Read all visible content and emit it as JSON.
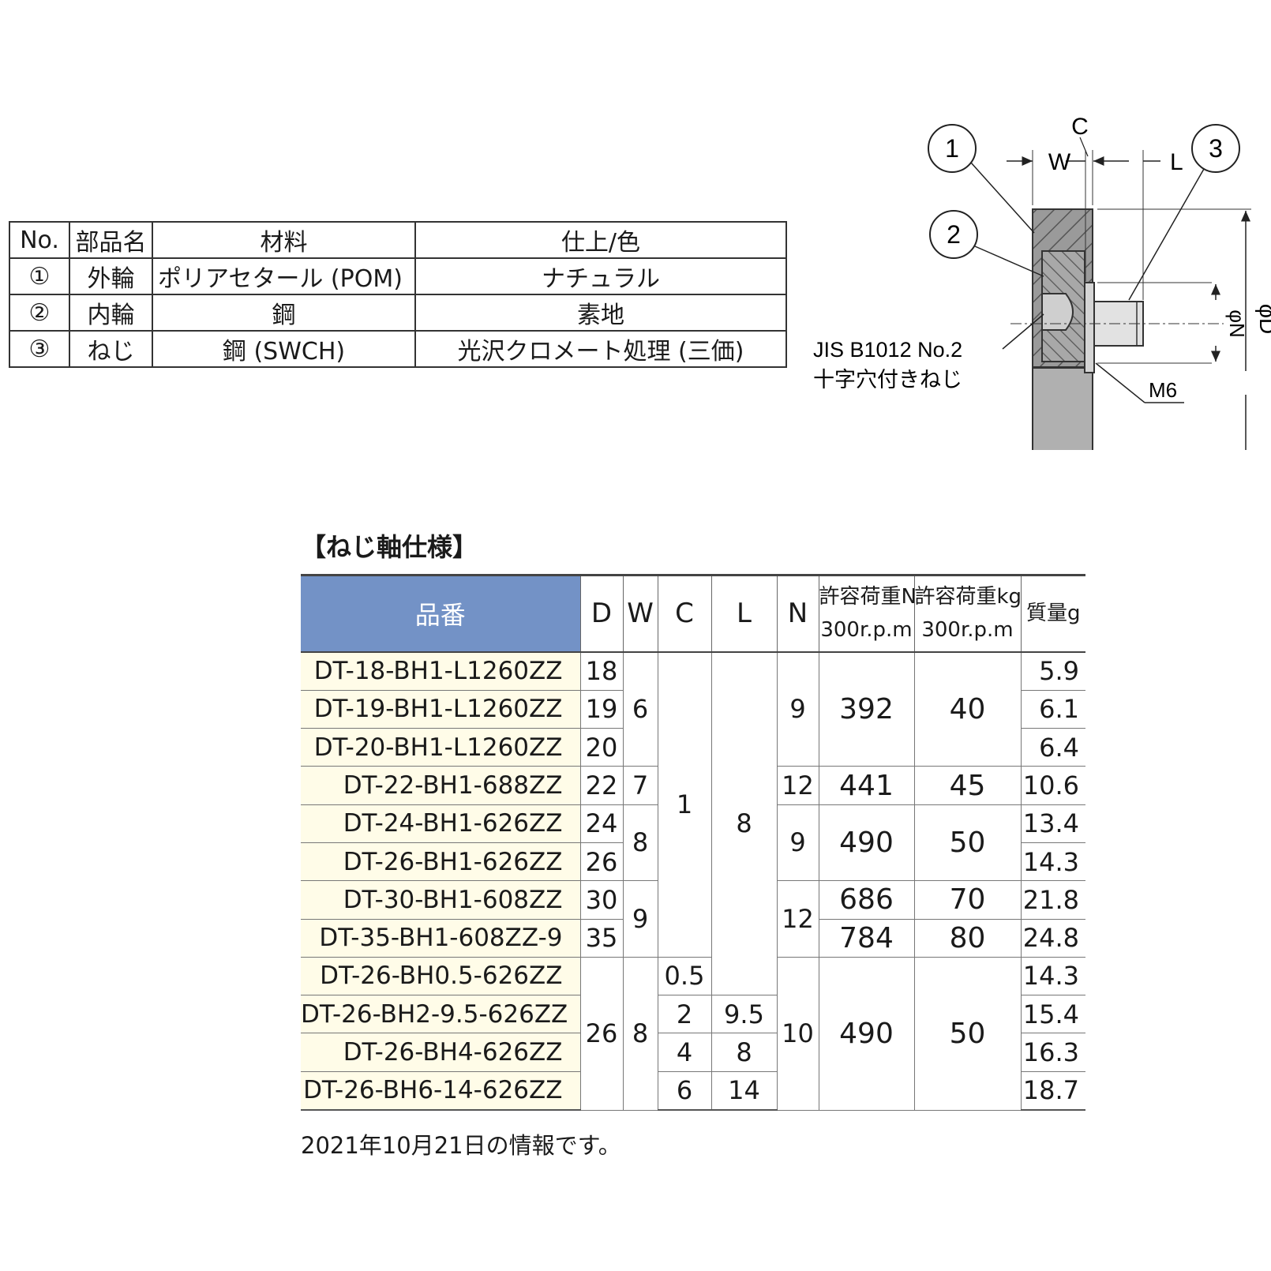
{
  "parts_table": {
    "headers": {
      "no": "No.",
      "name": "部品名",
      "material": "材料",
      "finish": "仕上/色"
    },
    "rows": [
      {
        "no": "①",
        "name": "外輪",
        "material": "ポリアセタール (POM)",
        "finish": "ナチュラル"
      },
      {
        "no": "②",
        "name": "内輪",
        "material": "鋼",
        "finish": "素地"
      },
      {
        "no": "③",
        "name": "ねじ",
        "material": "鋼 (SWCH)",
        "finish": "光沢クロメート処理 (三価)"
      }
    ]
  },
  "drawing": {
    "callouts": [
      "1",
      "2",
      "3"
    ],
    "dims": {
      "c": "C",
      "w": "W",
      "l": "L",
      "n": "φN",
      "d": "φD",
      "m": "M6"
    },
    "screw_note": {
      "line1": "JIS B1012 No.2",
      "line2": "十字穴付きねじ"
    }
  },
  "spec": {
    "title": "【ねじ軸仕様】",
    "headers": {
      "pn": "品番",
      "d": "D",
      "w": "W",
      "c": "C",
      "l": "L",
      "n": "N",
      "load_n_1": "許容荷重N/",
      "load_n_2": "300r.p.m",
      "load_kgf_1": "許容荷重kgf/",
      "load_kgf_2": "300r.p.m",
      "mass": "質量g"
    },
    "part_numbers": [
      "DT-18-BH1-L1260ZZ",
      "DT-19-BH1-L1260ZZ",
      "DT-20-BH1-L1260ZZ",
      "DT-22-BH1-688ZZ",
      "DT-24-BH1-626ZZ",
      "DT-26-BH1-626ZZ",
      "DT-30-BH1-608ZZ",
      "DT-35-BH1-608ZZ-9",
      "DT-26-BH0.5-626ZZ",
      "DT-26-BH2-9.5-626ZZ",
      "DT-26-BH4-626ZZ",
      "DT-26-BH6-14-626ZZ"
    ],
    "d": [
      "18",
      "19",
      "20",
      "22",
      "24",
      "26",
      "30",
      "35",
      "26"
    ],
    "w": [
      "6",
      "7",
      "8",
      "9",
      "8"
    ],
    "c": [
      "1",
      "0.5",
      "2",
      "4",
      "6"
    ],
    "l": [
      "8",
      "9.5",
      "8",
      "14"
    ],
    "n": [
      "9",
      "12",
      "9",
      "12",
      "10"
    ],
    "load_n": [
      "392",
      "441",
      "490",
      "686",
      "784",
      "490"
    ],
    "load_kgf": [
      "40",
      "45",
      "50",
      "70",
      "80",
      "50"
    ],
    "mass": [
      "5.9",
      "6.1",
      "6.4",
      "10.6",
      "13.4",
      "14.3",
      "21.8",
      "24.8",
      "14.3",
      "15.4",
      "16.3",
      "18.7"
    ]
  },
  "footnote": "2021年10月21日の情報です。"
}
